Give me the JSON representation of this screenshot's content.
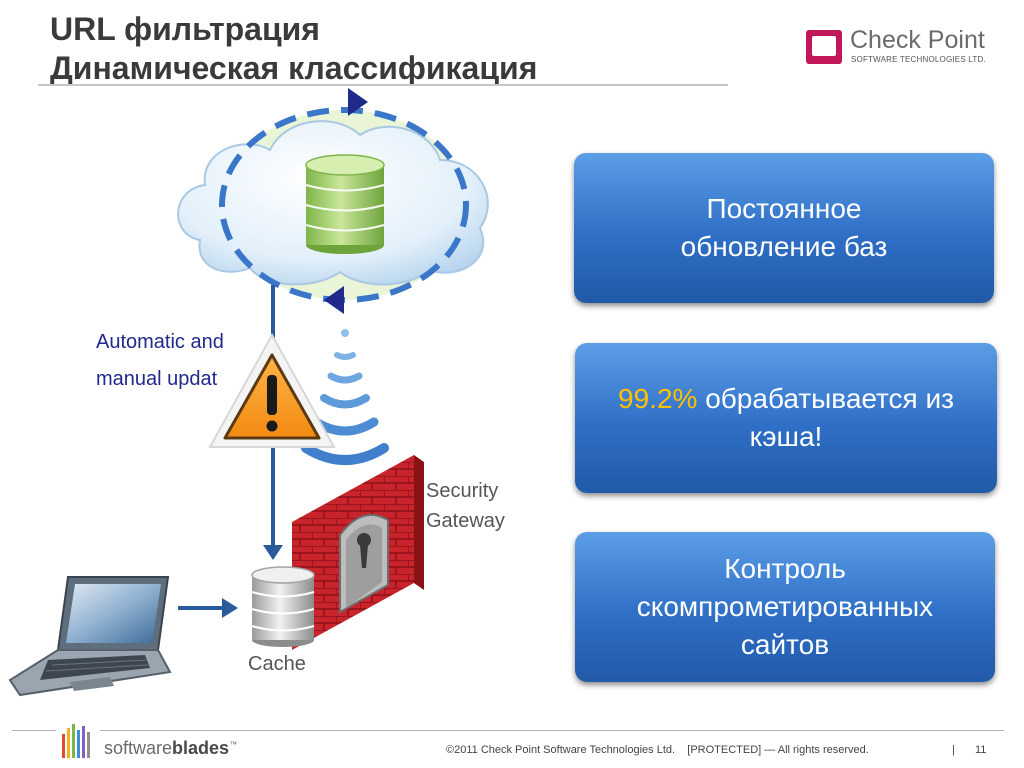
{
  "title": {
    "line1": "URL фильтрация",
    "line2": "Динамическая классификация"
  },
  "logo": {
    "name": "Check Point",
    "subtitle": "SOFTWARE TECHNOLOGIES LTD."
  },
  "boxes": [
    {
      "text": "Постоянное обновление баз"
    },
    {
      "highlight": "99.2%",
      "text": " обрабатывается из кэша!"
    },
    {
      "text": "Контроль скомпрометированных сайтов"
    }
  ],
  "diagram": {
    "update_label_line1": "Automatic and",
    "update_label_line2": "manual updat",
    "gateway_label_line1": "Security",
    "gateway_label_line2": "Gateway",
    "cache_label": "Cache"
  },
  "footer": {
    "brand_light": "software",
    "brand_bold": "blades",
    "brand_tm": "™",
    "copyright": "©2011 Check Point Software Technologies Ltd.    [PROTECTED] — All rights reserved.",
    "separator": "|",
    "page_number": "11"
  },
  "colors": {
    "box_gradient_top": "#5b9ee6",
    "box_gradient_bottom": "#205aa8",
    "highlight": "#ffc000",
    "label_blue": "#1f2a8a",
    "logo_accent": "#c2185b"
  }
}
